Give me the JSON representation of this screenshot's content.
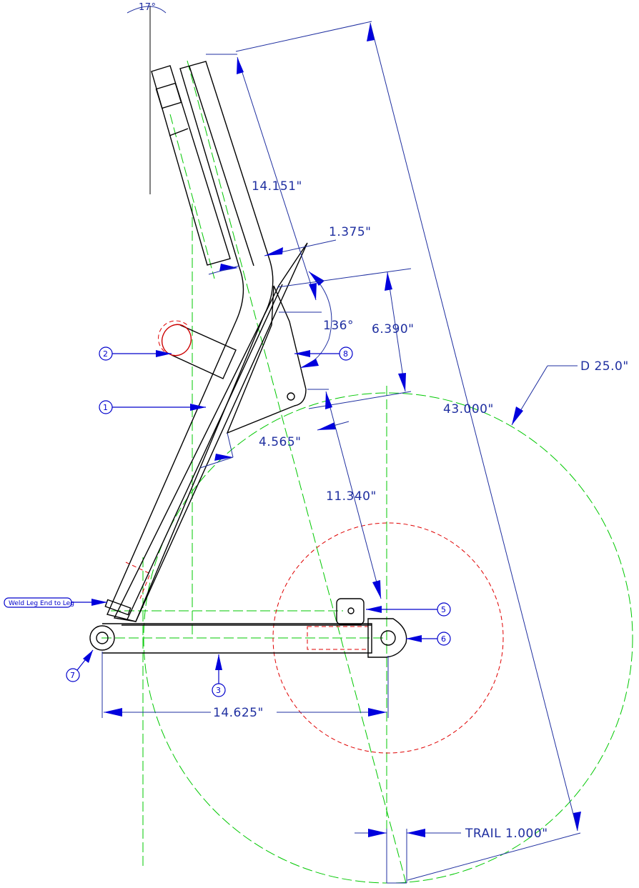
{
  "dimensions": {
    "rake_angle": "17°",
    "upper_leg_length": "14.151\"",
    "offset": "1.375\"",
    "neck_angle": "136°",
    "plate_height": "6.390\"",
    "overall_length": "43.000\"",
    "wheel_diameter": "D 25.0\"",
    "plate_offset": "4.565\"",
    "axle_drop": "11.340\"",
    "lower_leg_length": "14.625\"",
    "trail": "TRAIL 1.000\""
  },
  "callouts": {
    "weld_note": "Weld Leg End to Leg",
    "balloons": [
      "1",
      "2",
      "3",
      "5",
      "6",
      "7",
      "8"
    ]
  },
  "colors": {
    "dimension": "#1f2fa0",
    "centerline": "#00c800",
    "hidden": "#e00000",
    "part": "#000000"
  }
}
